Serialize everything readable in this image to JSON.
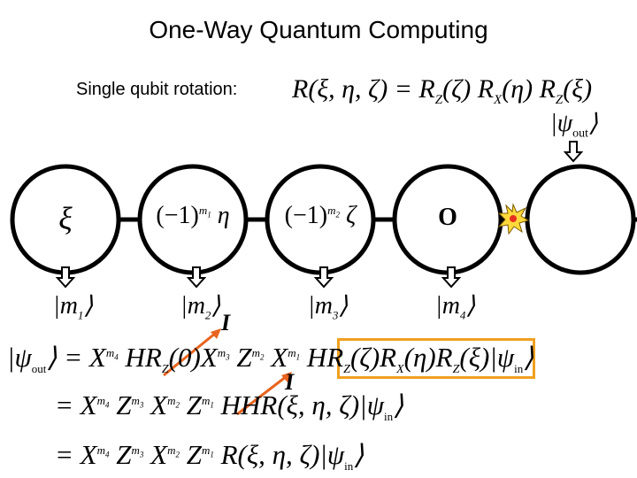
{
  "title": "One-Way Quantum Computing",
  "subtitle": "Single qubit rotation:",
  "equation_top": "R(ξ, η, ζ) = R_Z(ζ) R_X(η) R_Z(ξ)",
  "psi_out_label": "|ψ_out⟩",
  "nodes": [
    {
      "label": "ξ"
    },
    {
      "label": "(−1)^{m1} η"
    },
    {
      "label": "(−1)^{m2} ζ"
    },
    {
      "label": "O"
    },
    {
      "label": ""
    }
  ],
  "measurements": [
    "|m1⟩",
    "|m2⟩",
    "|m3⟩",
    "|m4⟩"
  ],
  "identity_label": "I",
  "equations": [
    "|ψ_out⟩ = X^{m4} H R_Z(0) X^{m3} Z^{m2} X^{m1} H R_Z(ζ) R_X(η) R_Z(ξ) |ψ_in⟩",
    "= X^{m4} Z^{m3} X^{m2} Z^{m1} H H R(ξ, η, ζ) |ψ_in⟩",
    "= X^{m4} Z^{m3} X^{m2} Z^{m1} R(ξ, η, ζ) |ψ_in⟩"
  ],
  "colors": {
    "highlight_box": "#f0a020",
    "arrow": "#e8641e",
    "node_stroke": "#000000"
  }
}
